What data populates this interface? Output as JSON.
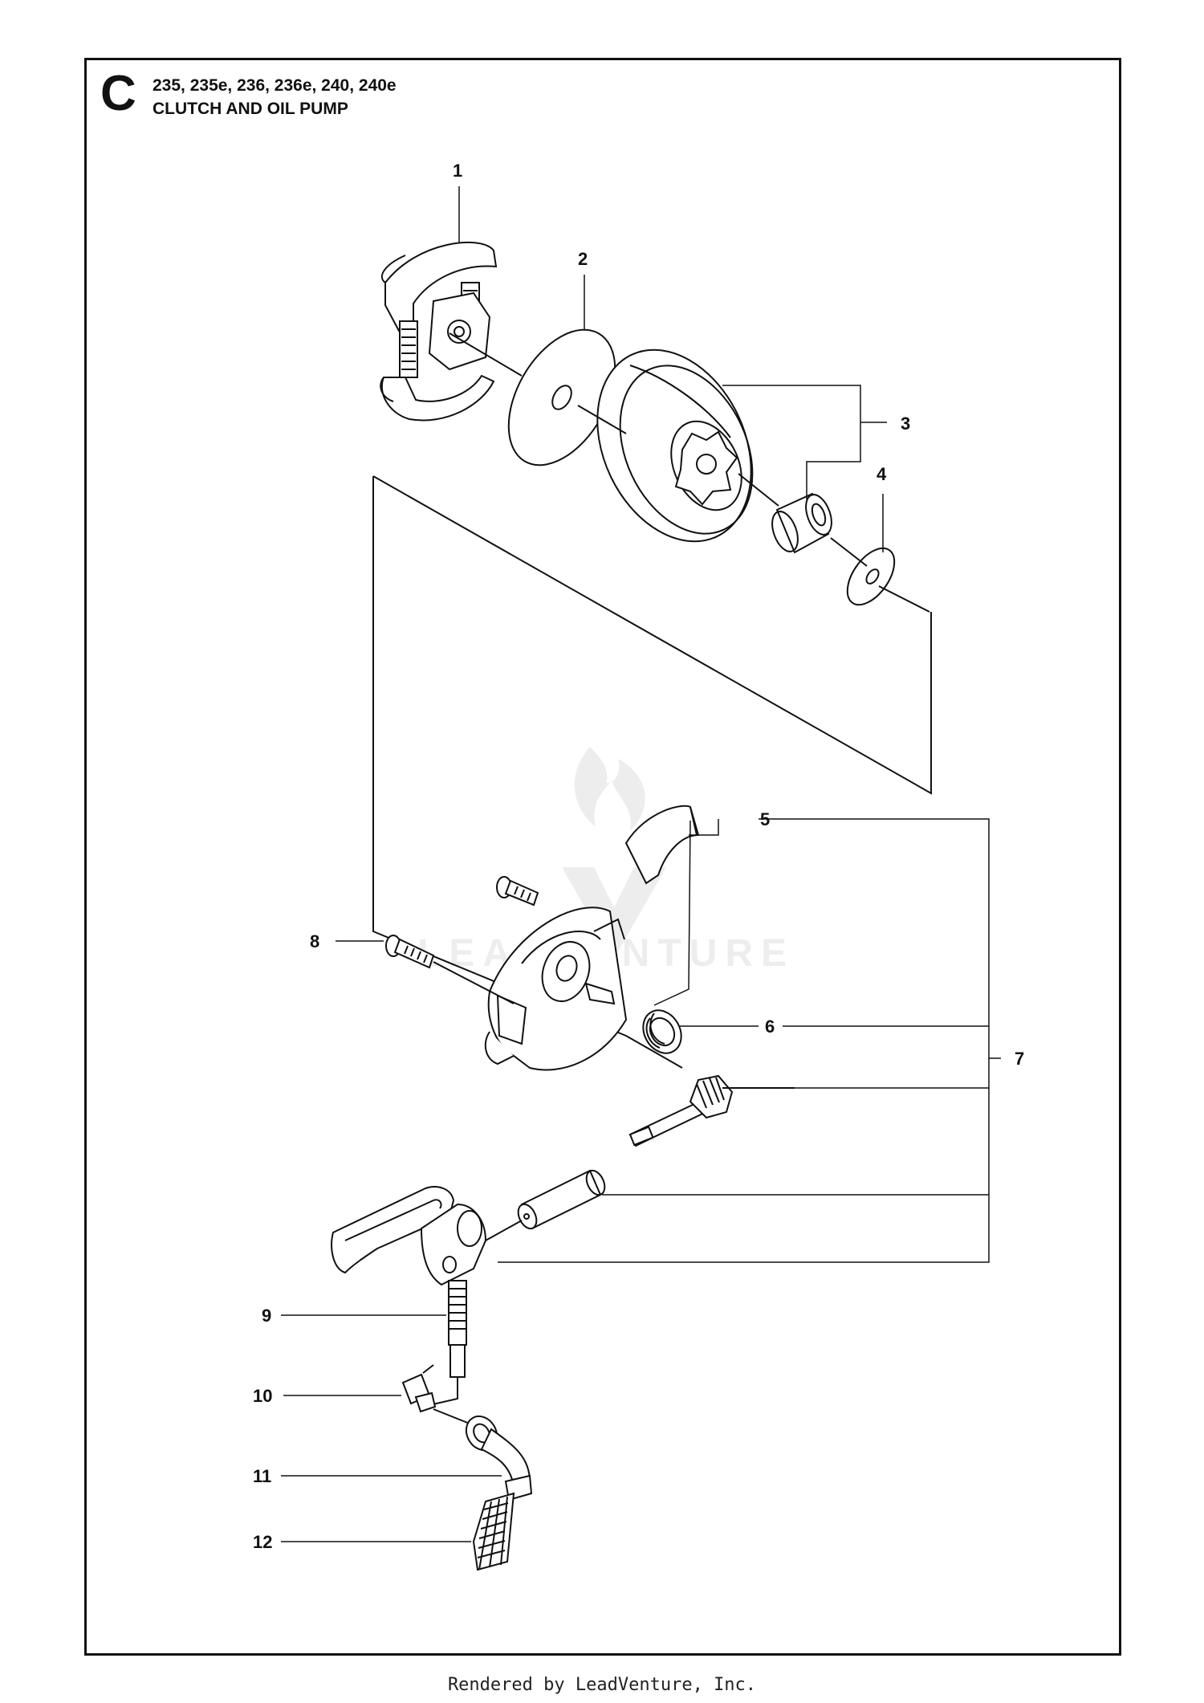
{
  "header": {
    "section_letter": "C",
    "models": "235, 235e, 236, 236e, 240, 240e",
    "title": "CLUTCH AND OIL PUMP"
  },
  "callouts": [
    "1",
    "2",
    "3",
    "4",
    "5",
    "6",
    "7",
    "8",
    "9",
    "10",
    "11",
    "12"
  ],
  "watermark": "LEADVENTURE",
  "footer": "Rendered by LeadVenture, Inc."
}
